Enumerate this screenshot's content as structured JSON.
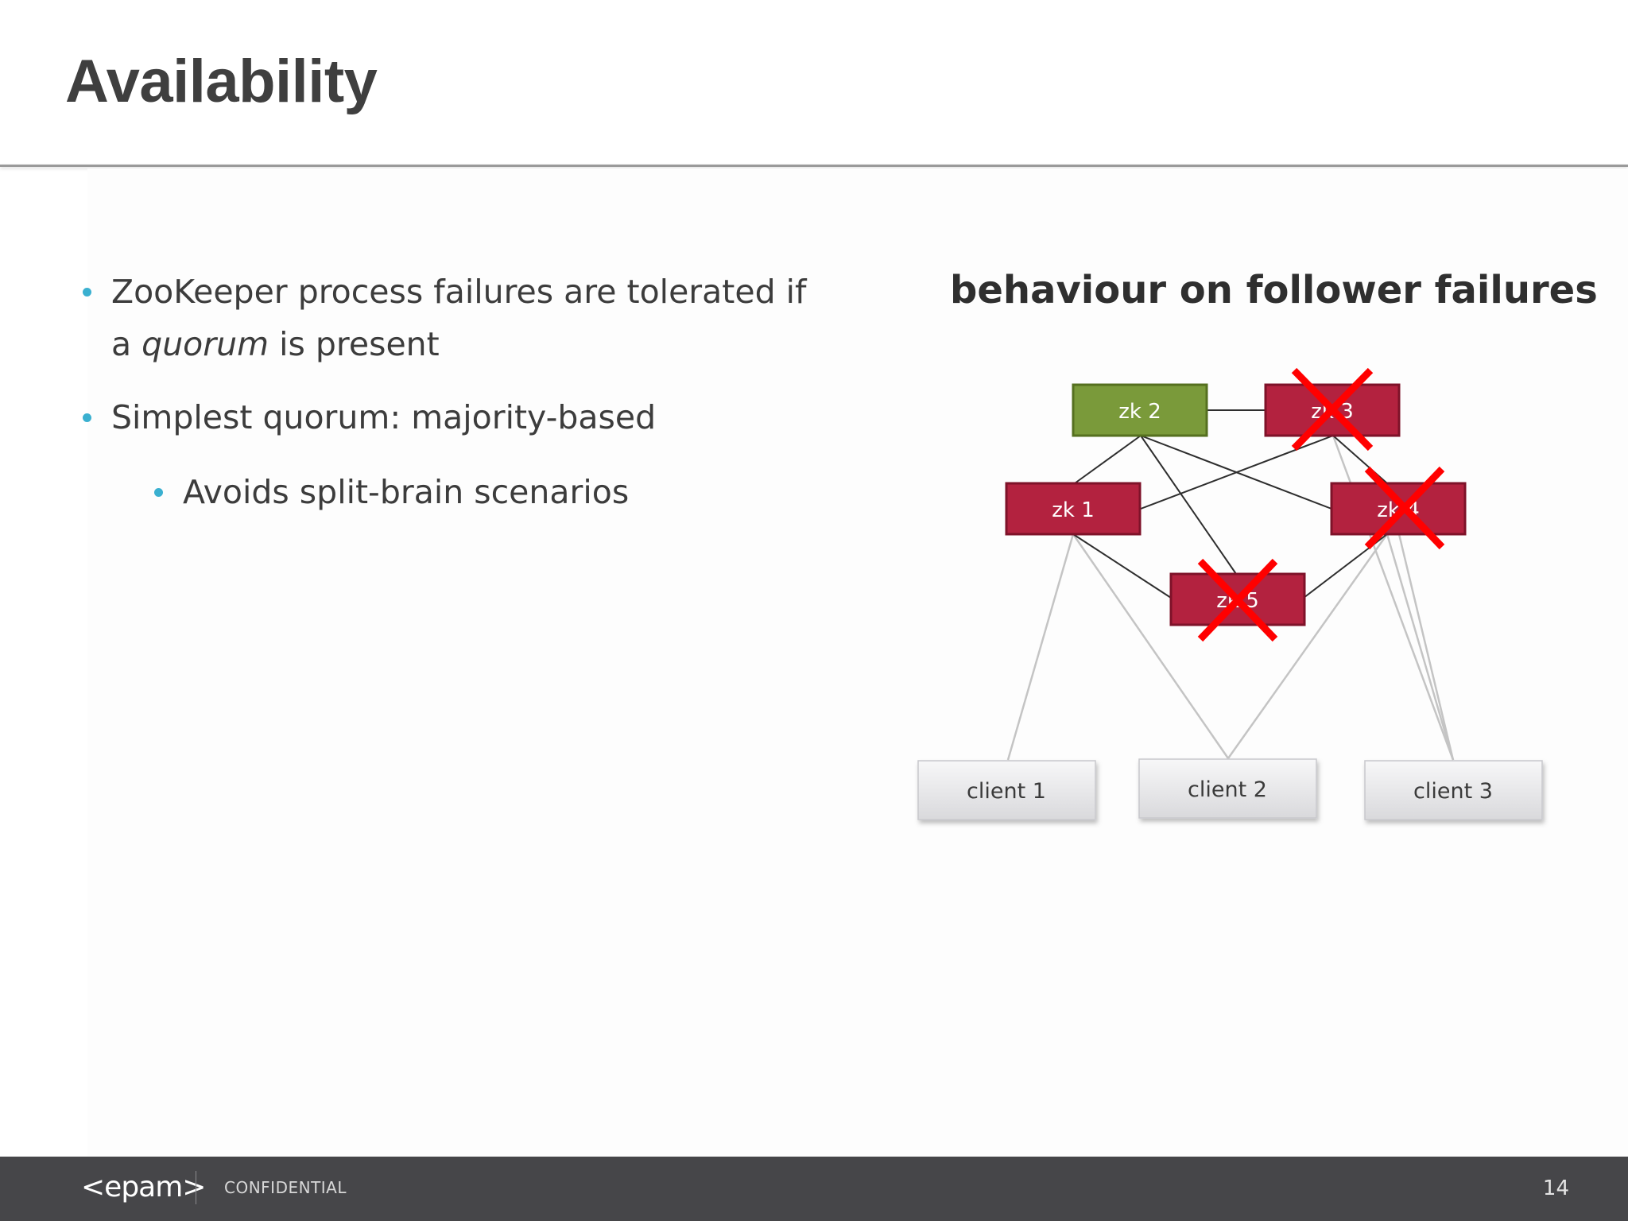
{
  "slide": {
    "title": "Availability",
    "page_number": "14"
  },
  "bullets": [
    {
      "text_line1": "ZooKeeper process failures are tolerated if",
      "text_prefix": "a ",
      "text_em": "quorum",
      "text_suffix": " is present"
    },
    {
      "text": "Simplest quorum: majority-based"
    },
    {
      "text": "Avoids split-brain scenarios"
    }
  ],
  "diagram": {
    "title": "behaviour on follower failures",
    "nodes": [
      {
        "id": "zk2",
        "label": "zk 2",
        "role": "leader",
        "failed": false
      },
      {
        "id": "zk3",
        "label": "zk 3",
        "role": "follower",
        "failed": true
      },
      {
        "id": "zk1",
        "label": "zk 1",
        "role": "follower",
        "failed": false
      },
      {
        "id": "zk4",
        "label": "zk 4",
        "role": "follower",
        "failed": true
      },
      {
        "id": "zk5",
        "label": "zk 5",
        "role": "follower",
        "failed": true
      }
    ],
    "clients": [
      {
        "id": "c1",
        "label": "client 1"
      },
      {
        "id": "c2",
        "label": "client 2"
      },
      {
        "id": "c3",
        "label": "client 3"
      }
    ],
    "colors": {
      "leader": "#7a9a3a",
      "follower": "#b3223f",
      "failure_mark": "#ff0000",
      "client": "#e6e6e8"
    }
  },
  "footer": {
    "logo": "<epam>",
    "label": "CONFIDENTIAL"
  }
}
